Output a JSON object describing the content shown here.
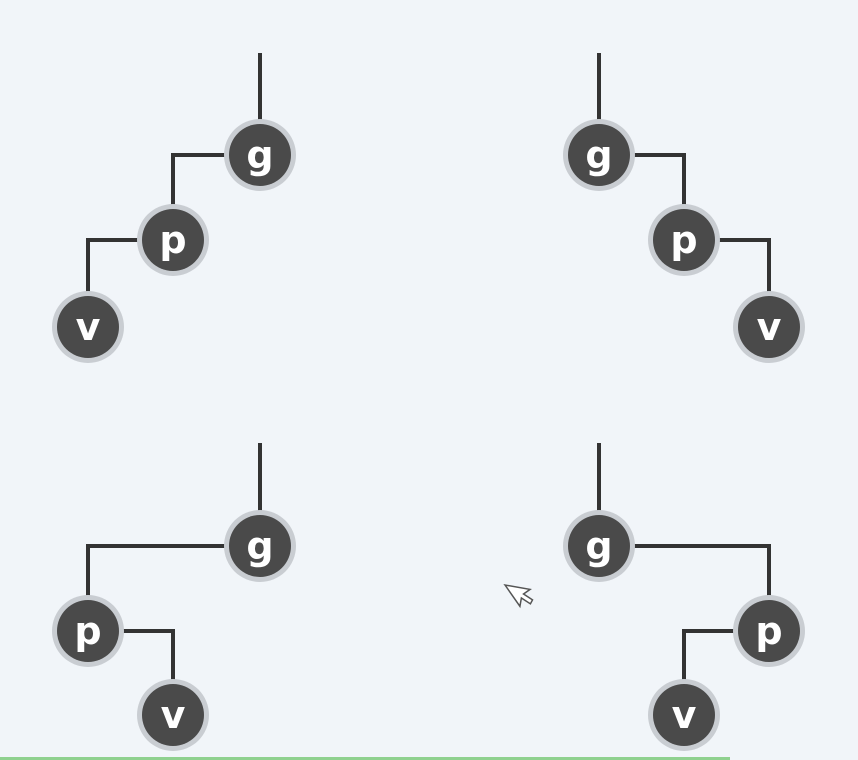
{
  "node_labels": {
    "grandparent": "g",
    "parent": "p",
    "child": "v"
  },
  "colors": {
    "background": "#f1f5f9",
    "edge": "#333333",
    "node_fill": "#4a4a4a",
    "node_ring": "#c9cdd2",
    "label": "#ffffff"
  },
  "icons": {
    "cursor": "mouse-pointer-icon"
  }
}
